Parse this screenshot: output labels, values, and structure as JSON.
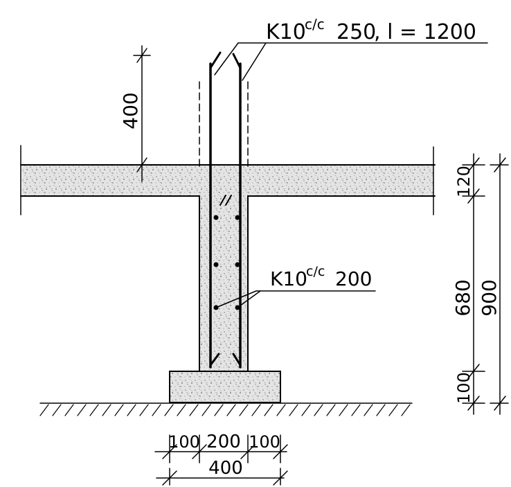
{
  "labels": {
    "top_callout_prefix": "K10",
    "top_callout_fraction": "c/c",
    "top_callout_spacing": "250",
    "top_callout_length": ", l = 1200",
    "mid_callout_prefix": "K10",
    "mid_callout_fraction": "c/c",
    "mid_callout_spacing": "200"
  },
  "dimensions": {
    "top_extension": "400",
    "slab_thickness": "120",
    "beam_height": "680",
    "footing_height": "100",
    "total_height": "900",
    "left_offset": "100",
    "web_width": "200",
    "right_offset": "100",
    "footing_width": "400"
  },
  "colors": {
    "ink": "#000000",
    "concrete_fill": "#dedede"
  }
}
